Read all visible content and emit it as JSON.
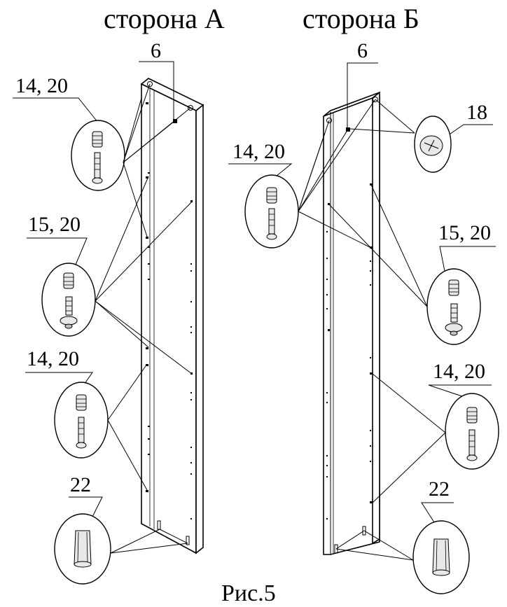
{
  "titles": {
    "side_a": "сторона А",
    "side_b": "сторона Б"
  },
  "figure_caption": "Рис.5",
  "side_a": {
    "labels": {
      "top_part": "6",
      "dowel_cam_top": "14, 20",
      "bolt_group": "15, 20",
      "dowel_cam_bottom": "14, 20",
      "foot": "22"
    }
  },
  "side_b": {
    "labels": {
      "top_part": "6",
      "cam_lock": "18",
      "dowel_cam_top": "14, 20",
      "bolt_group": "15, 20",
      "dowel_cam_bottom": "14, 20",
      "foot": "22"
    }
  }
}
